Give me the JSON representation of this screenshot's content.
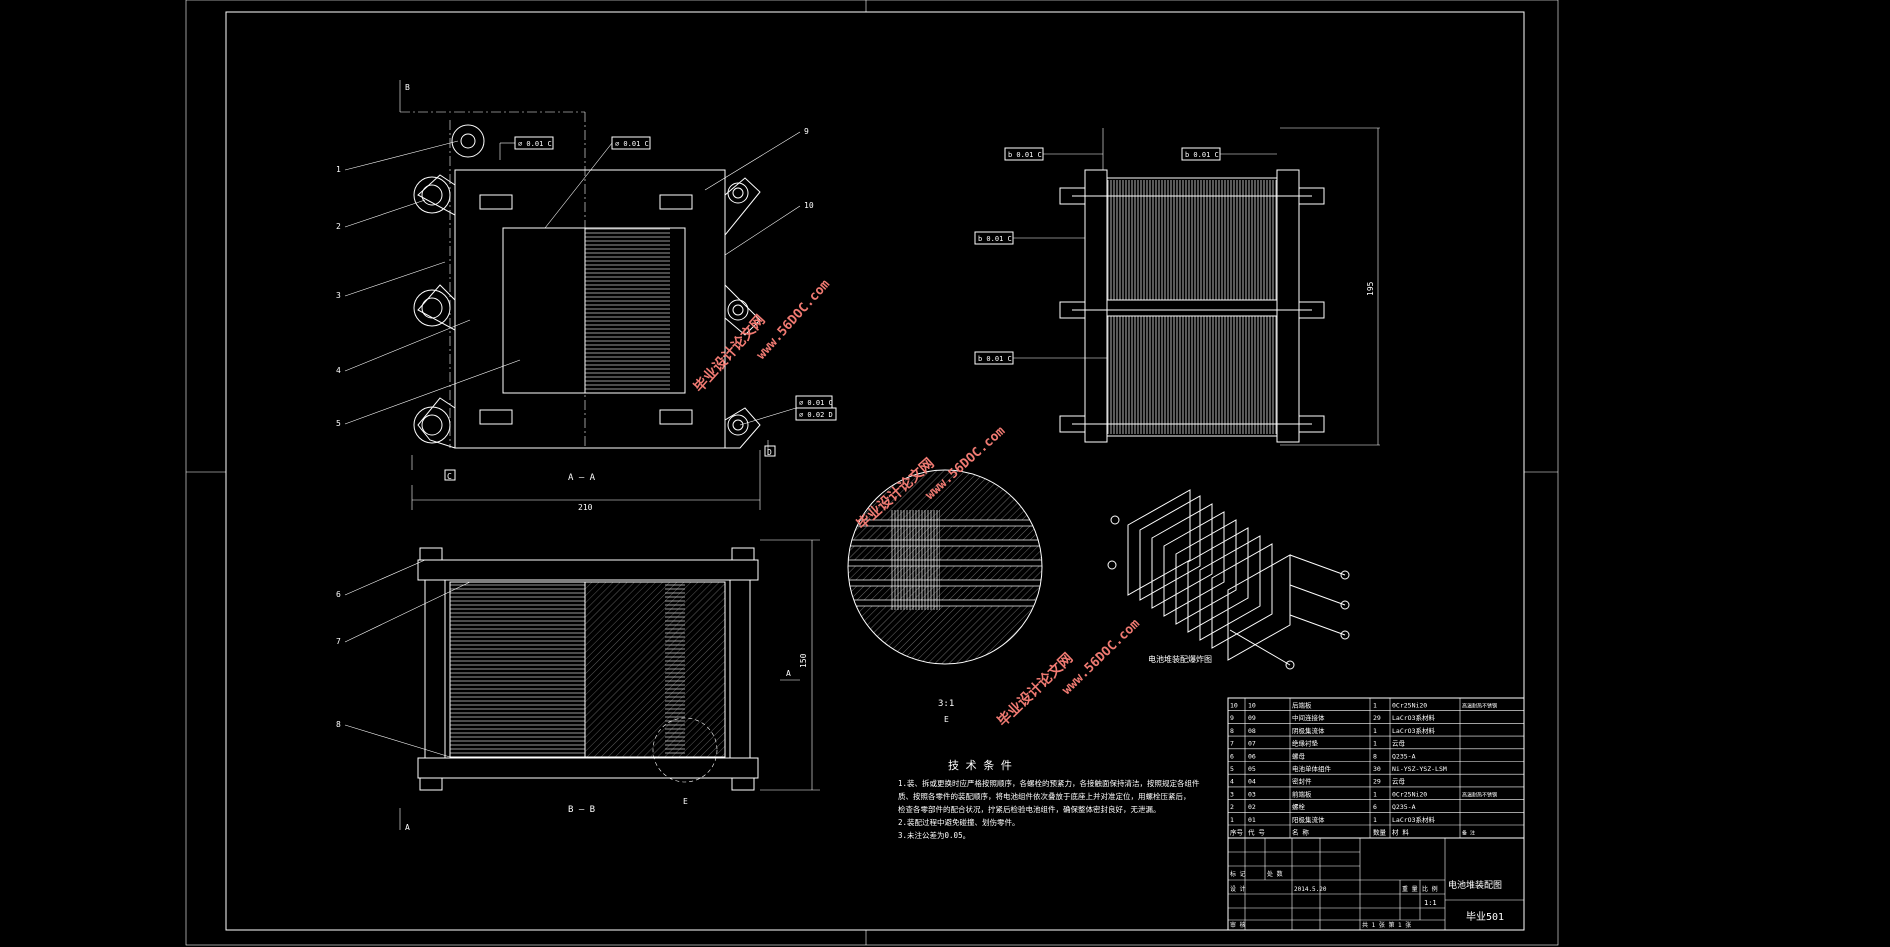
{
  "colors": {
    "background": "#000000",
    "line": "#ffffff",
    "watermark": "#f07a72"
  },
  "balloons": [
    "1",
    "2",
    "3",
    "4",
    "5",
    "6",
    "7",
    "8",
    "9",
    "10"
  ],
  "section_labels": {
    "aa": "A — A",
    "bb": "B — B",
    "b_mark": "B",
    "a_mark": "A",
    "e_mark": "E",
    "detail_scale": "3:1",
    "detail_label": "E"
  },
  "datum_labels": {
    "c": "C",
    "d": "D"
  },
  "gdt": {
    "f1": "⌀ 0.01 C",
    "f2": "⌀ 0.01 C",
    "f3": "⌀ 0.01 C",
    "f4": "⌀ 0.02 D",
    "r1": "b 0.01 C",
    "r2": "b 0.01 C",
    "r3": "b 0.01 C",
    "r4": "b 0.01 C"
  },
  "dimensions": {
    "width": "210",
    "height_front": "150",
    "height_right": "195"
  },
  "exploded_caption": "电池堆装配爆炸图",
  "tech_req": {
    "title": "技 术 条 件",
    "lines": [
      "1.装、拆或更换时应严格按照顺序，各螺栓的预紧力，各接触面保持清洁，按照规定各组件",
      "质、按照各零件的装配顺序，将电池组件依次叠放于底座上并对准定位，用螺栓压紧后，",
      "检查各零部件的配合状况，拧紧后检验电池组件，确保整体密封良好，无泄漏。",
      "2.装配过程中避免碰撞、划伤零件。",
      "3.未注公差为0.05。"
    ]
  },
  "bom": {
    "rows": [
      [
        "10",
        "10",
        "后端板",
        "1",
        "0Cr25Ni20",
        "高温耐热不锈钢"
      ],
      [
        "9",
        "09",
        "中间连接体",
        "29",
        "LaCrO3系材料",
        ""
      ],
      [
        "8",
        "08",
        "阴极集流体",
        "1",
        "LaCrO3系材料",
        ""
      ],
      [
        "7",
        "07",
        "绝缘衬垫",
        "1",
        "云母",
        ""
      ],
      [
        "6",
        "06",
        "螺母",
        "8",
        "Q235-A",
        ""
      ],
      [
        "5",
        "05",
        "电池单体组件",
        "30",
        "Ni-YSZ-YSZ-LSM",
        ""
      ],
      [
        "4",
        "04",
        "密封件",
        "29",
        "云母",
        ""
      ],
      [
        "3",
        "03",
        "前端板",
        "1",
        "0Cr25Ni20",
        "高温耐热不锈钢"
      ],
      [
        "2",
        "02",
        "螺栓",
        "6",
        "Q235-A",
        ""
      ],
      [
        "1",
        "01",
        "阳极集流体",
        "1",
        "LaCrO3系材料",
        ""
      ]
    ],
    "header": [
      "序号",
      "代 号",
      "名 称",
      "数量",
      "材 料",
      "备 注"
    ]
  },
  "title_block": {
    "drawing_name": "电池堆装配图",
    "drawing_code": "毕业501",
    "scale": "1:1",
    "sheet": "共 1 张  第 1 张",
    "date": "2014.5.20",
    "label_mark": "标 记",
    "label_count": "处 数",
    "label_design": "设 计",
    "label_check": "审 核",
    "label_weight": "重 量",
    "label_ratio": "比 例"
  },
  "watermark": {
    "w1a": "毕业设计论文网",
    "w1b": "www.56DOC.com"
  }
}
